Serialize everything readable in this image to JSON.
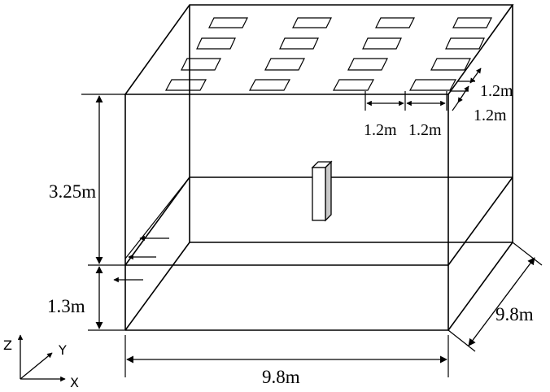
{
  "dimensions": {
    "room_height": "3.25m",
    "floor_height": "1.3m",
    "width": "9.8m",
    "depth": "9.8m",
    "diffuser_width_1": "1.2m",
    "diffuser_width_2": "1.2m",
    "diffuser_depth_1": "1.2m",
    "diffuser_depth_2": "1.2m"
  },
  "axes": {
    "z": "Z",
    "y": "Y",
    "x": "X"
  }
}
